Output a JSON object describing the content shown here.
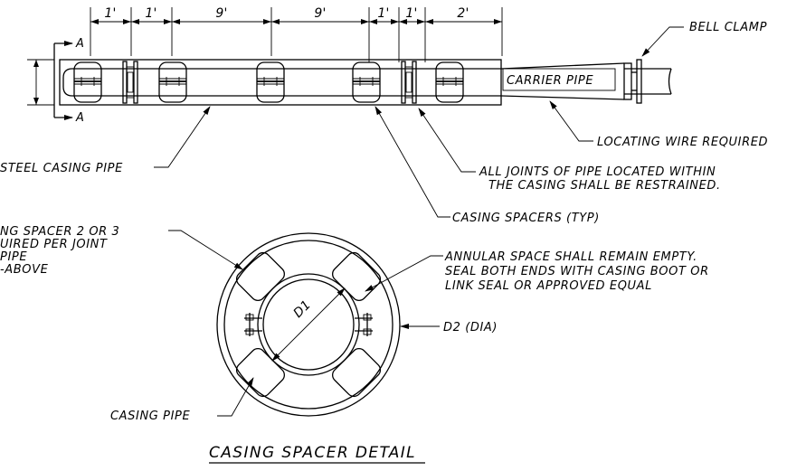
{
  "dimensions": [
    "1'",
    "1'",
    "9'",
    "9'",
    "1'",
    "1'",
    "2'"
  ],
  "section_marks": [
    "A",
    "A"
  ],
  "labels": {
    "bell_clamp": "BELL CLAMP",
    "carrier_pipe": "CARRIER PIPE",
    "locating_wire": "LOCATING WIRE REQUIRED",
    "steel_casing": "STEEL CASING PIPE",
    "restrained_line1": "ALL JOINTS OF PIPE LOCATED WITHIN",
    "restrained_line2": "THE CASING SHALL BE RESTRAINED.",
    "casing_spacers": "CASING SPACERS (TYP)",
    "spacer_note_line1": "NG SPACER 2 OR 3",
    "spacer_note_line2": "UIRED PER JOINT",
    "spacer_note_line3": "PIPE",
    "spacer_note_line4": "-ABOVE",
    "annular_line1": "ANNULAR SPACE SHALL REMAIN EMPTY.",
    "annular_line2": "SEAL BOTH ENDS WITH CASING BOOT OR",
    "annular_line3": "LINK SEAL OR APPROVED EQUAL",
    "d1": "D1",
    "d2": "D2 (DIA)",
    "casing_pipe": "CASING PIPE"
  },
  "title": "CASING SPACER DETAIL"
}
